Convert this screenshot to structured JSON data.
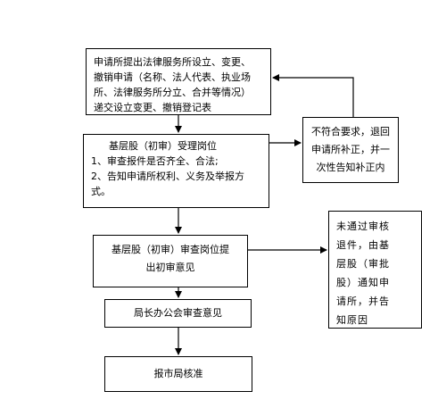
{
  "steps": [
    {
      "id": "apply",
      "lines": [
        "申请所提出法律服务所设立、变更、",
        "撤销申请（名称、法人代表、执业场",
        "所、法律服务所分立、合并等情况）",
        "递交设立变更、撤销登记表"
      ]
    },
    {
      "id": "accept",
      "lines": [
        "基层股（初审）受理岗位",
        "1、审查报件是否齐全、合法;",
        "2、告知申请所权利、义务及举报方",
        "式。"
      ]
    },
    {
      "id": "review",
      "lines": [
        "基层股（初审）审查岗位提",
        "出初审意见"
      ]
    },
    {
      "id": "meeting",
      "lines": [
        "局长办公会审查意见"
      ]
    },
    {
      "id": "report",
      "lines": [
        "报市局核准"
      ]
    }
  ],
  "side_notes": [
    {
      "id": "incomplete",
      "lines": [
        "不符合要求，退回",
        "申请所补正，并一",
        "次性告知补正内"
      ]
    },
    {
      "id": "rejected",
      "lines": [
        "未通过审核",
        "退件，由基",
        "层股（审批",
        "股）通知申",
        "请所，并告",
        "知原因"
      ]
    }
  ]
}
